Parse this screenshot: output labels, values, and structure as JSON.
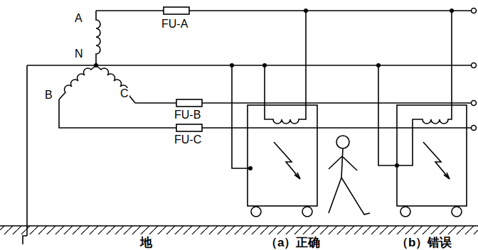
{
  "diagram": {
    "labels": [
      "A",
      "N",
      "B",
      "C",
      "FU-A",
      "FU-B",
      "FU-C",
      "地",
      "（a）正确",
      "（b）错误"
    ]
  }
}
